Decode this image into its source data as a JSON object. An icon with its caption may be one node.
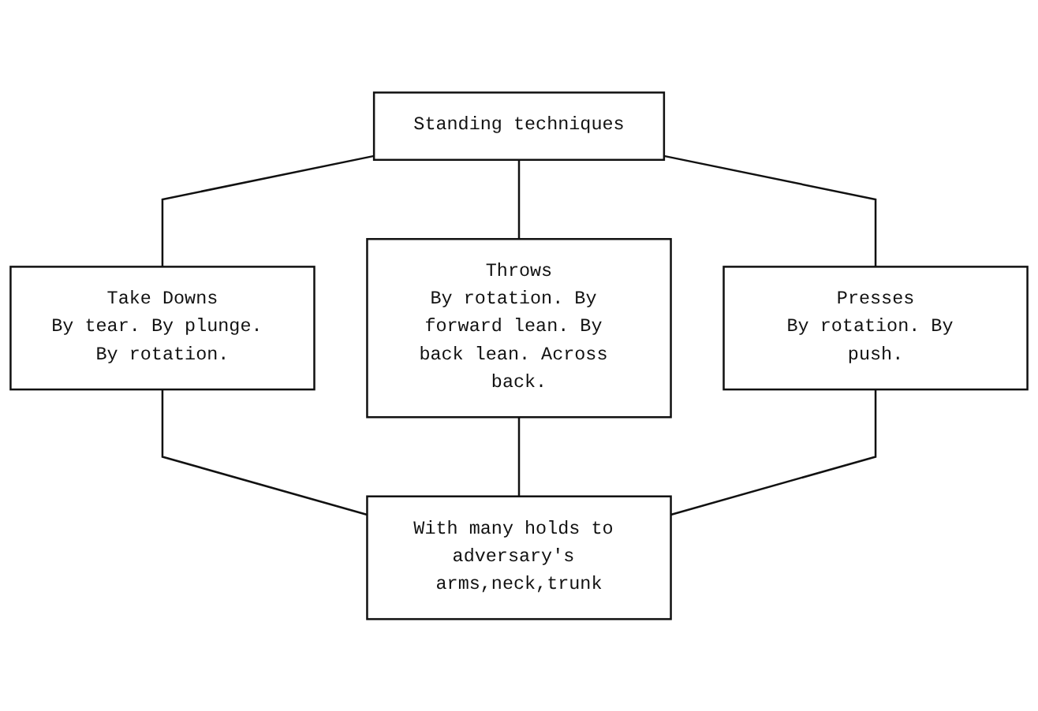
{
  "diagram": {
    "nodes": [
      {
        "text": [
          "Standing techniques"
        ]
      },
      {
        "text": [
          "Take Downs",
          "By tear. By plunge. By rotation."
        ]
      },
      {
        "text": [
          "Throws",
          "By rotation. By forward lean. By back lean. Across back."
        ]
      },
      {
        "text": [
          "Presses",
          "By rotation. By push."
        ]
      },
      {
        "text": [
          "With many holds to adversary's arms,neck,trunk"
        ]
      }
    ],
    "edges": [
      {
        "from": 0,
        "to": 1,
        "arrow": "none"
      },
      {
        "from": 0,
        "to": 2,
        "arrow": "none"
      },
      {
        "from": 0,
        "to": 3,
        "arrow": "none"
      },
      {
        "from": 1,
        "to": 4,
        "arrow": "none"
      },
      {
        "from": 2,
        "to": 4,
        "arrow": "none"
      },
      {
        "from": 3,
        "to": 4,
        "arrow": "none"
      }
    ]
  }
}
